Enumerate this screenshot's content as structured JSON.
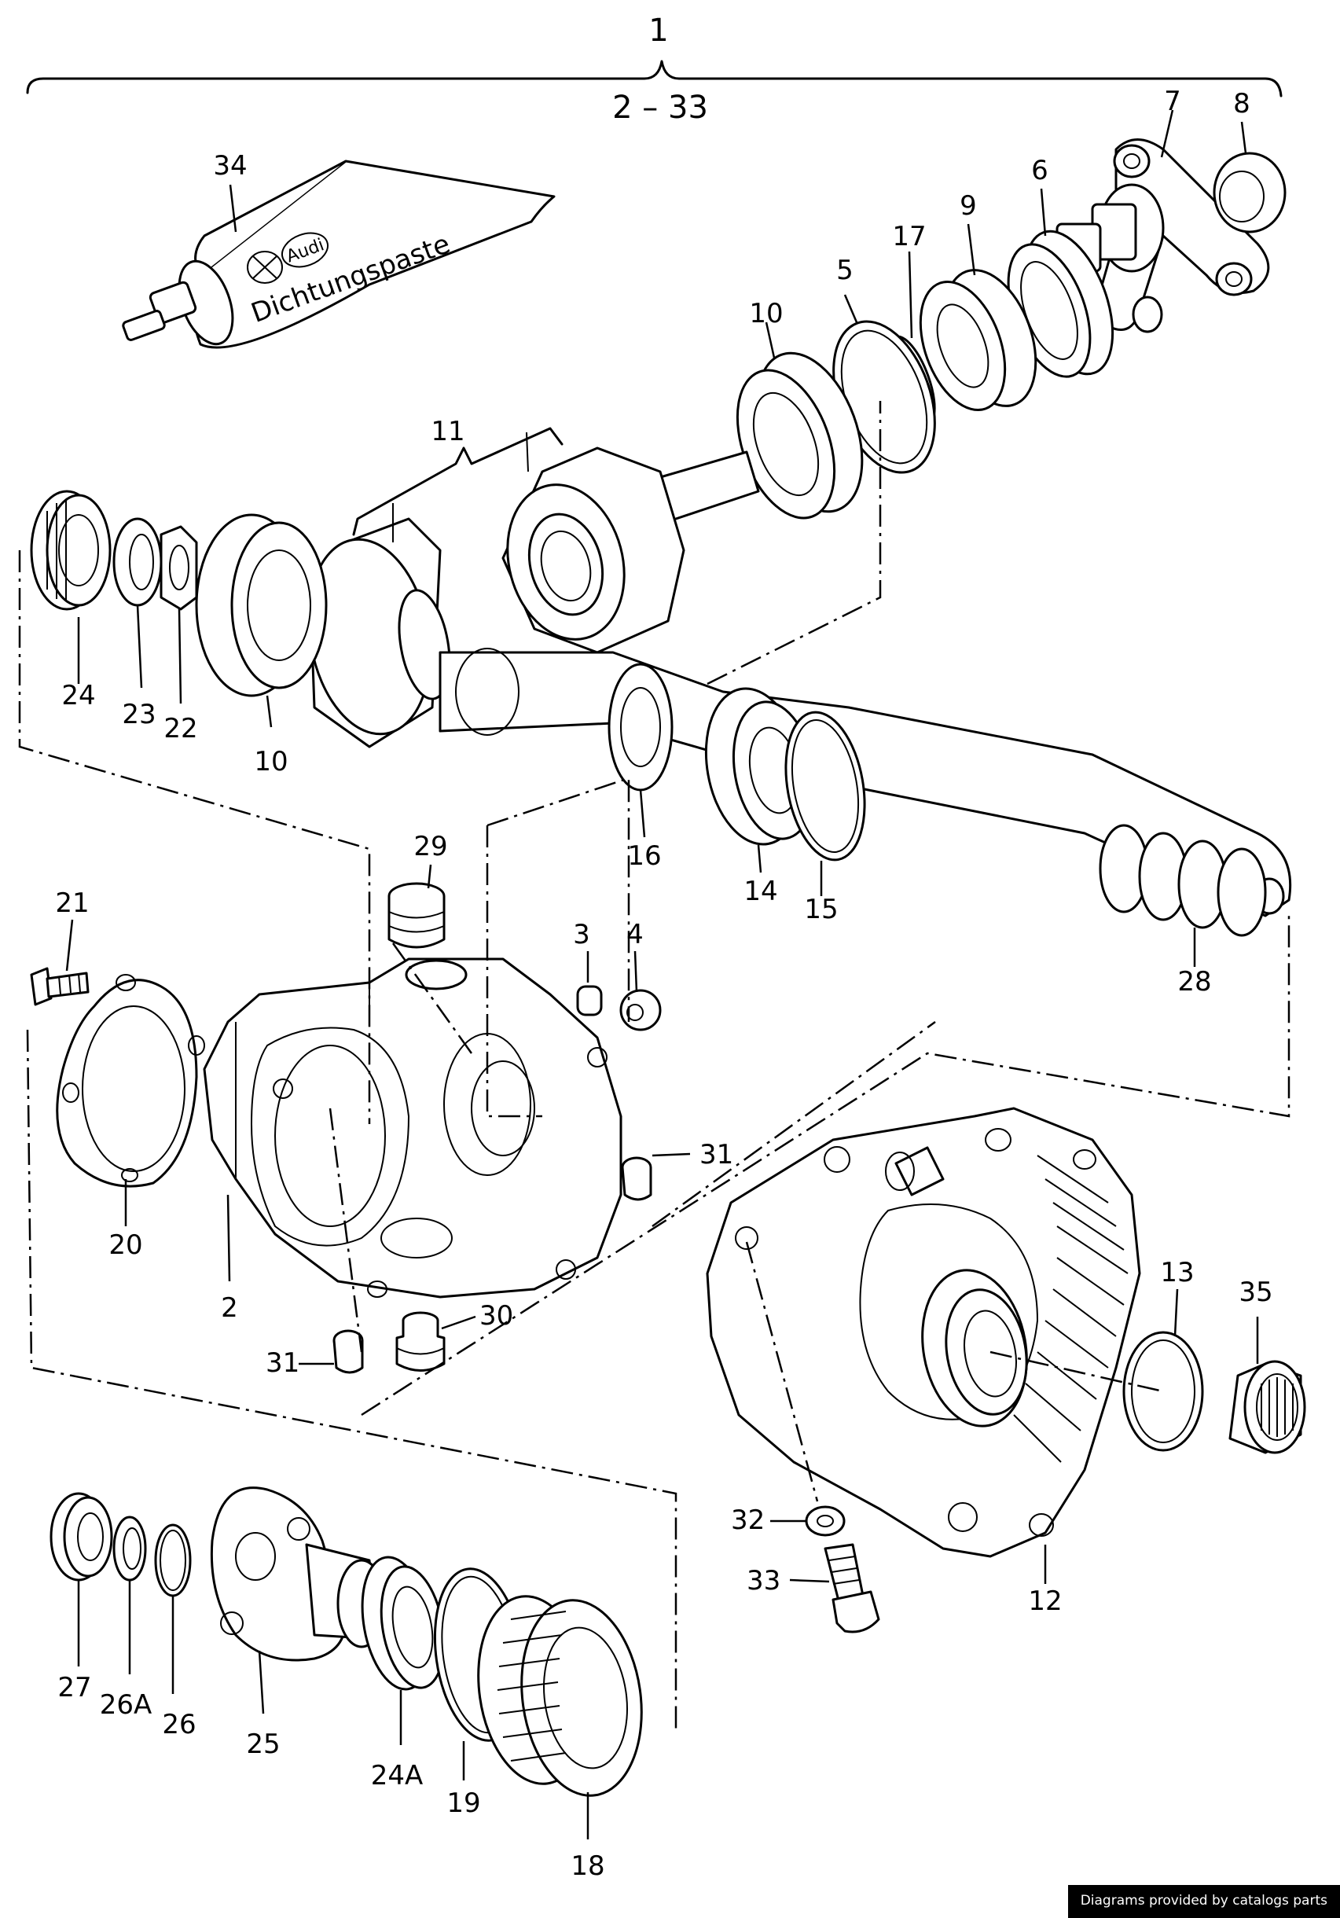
{
  "diagram": {
    "assembly_label": "1",
    "range_label": "2  –  33",
    "tube_brand": "Audi",
    "tube_text": "Dichtungspaste",
    "callouts": {
      "c34": "34",
      "c7": "7",
      "c8": "8",
      "c6": "6",
      "c9": "9",
      "c17": "17",
      "c5": "5",
      "c10a": "10",
      "c11": "11",
      "c24": "24",
      "c23": "23",
      "c22": "22",
      "c10b": "10",
      "c16": "16",
      "c14": "14",
      "c15": "15",
      "c29": "29",
      "c28": "28",
      "c21": "21",
      "c3": "3",
      "c4": "4",
      "c31a": "31",
      "c20": "20",
      "c2": "2",
      "c30": "30",
      "c31b": "31",
      "c13": "13",
      "c35": "35",
      "c32": "32",
      "c33": "33",
      "c12": "12",
      "c27": "27",
      "c26a": "26A",
      "c26": "26",
      "c25": "25",
      "c24a": "24A",
      "c19": "19",
      "c18": "18"
    }
  },
  "footer": {
    "credit": "Diagrams provided by catalogs parts"
  }
}
